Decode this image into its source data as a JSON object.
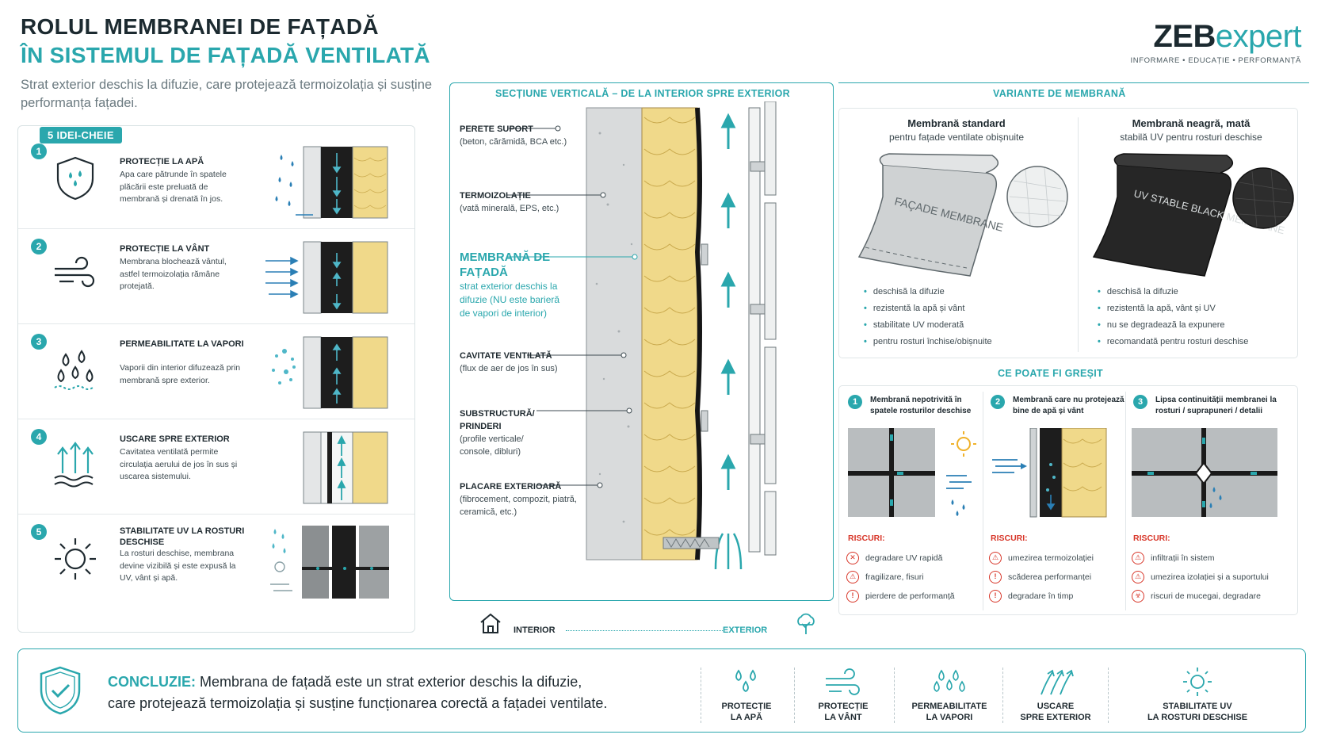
{
  "header": {
    "title_line1": "ROLUL MEMBRANEI DE FAȚADĂ",
    "title_line2": "ÎN SISTEMUL DE FAȚADĂ VENTILATĂ",
    "subtitle": "Strat exterior deschis la difuzie, care protejează termoizolația și susține performanța fațadei."
  },
  "logo": {
    "part1": "ZEB",
    "part2": "expert",
    "tagline": "INFORMARE • EDUCAȚIE • PERFORMANȚĂ"
  },
  "key_ideas": {
    "badge": "5 IDEI-CHEIE",
    "items": [
      {
        "num": "1",
        "title": "PROTECȚIE LA APĂ",
        "desc": "Apa care pătrunde în spatele plăcării este preluată de membrană și drenată în jos.",
        "icon": "shield-drops-icon"
      },
      {
        "num": "2",
        "title": "PROTECȚIE LA VÂNT",
        "desc": "Membrana blochează vântul, astfel termoizolația rămâne protejată.",
        "icon": "wind-icon"
      },
      {
        "num": "3",
        "title": "PERMEABILITATE LA VAPORI",
        "desc": "Vaporii din interior difuzează prin membrană spre exterior.",
        "icon": "vapor-drops-icon"
      },
      {
        "num": "4",
        "title": "USCARE SPRE EXTERIOR",
        "desc": "Cavitatea ventilată permite circulația aerului de jos în sus și uscarea sistemului.",
        "icon": "drying-arrows-icon"
      },
      {
        "num": "5",
        "title": "STABILITATE UV LA ROSTURI DESCHISE",
        "desc": "La rosturi deschise, membrana devine vizibilă și este expusă la UV, vânt și apă.",
        "icon": "sun-icon"
      }
    ]
  },
  "section": {
    "heading": "SECȚIUNE VERTICALĂ – DE LA INTERIOR SPRE EXTERIOR",
    "layers": [
      {
        "name": "PERETE SUPORT",
        "desc": "(beton, cărămidă, BCA etc.)"
      },
      {
        "name": "TERMOIZOLAȚIE",
        "desc": "(vată minerală, EPS, etc.)"
      },
      {
        "name": "MEMBRANĂ DE FAȚADĂ",
        "desc": "strat exterior deschis la difuzie (NU este barieră de vapori de interior)"
      },
      {
        "name": "CAVITATE VENTILATĂ",
        "desc": "(flux de aer de jos în sus)"
      },
      {
        "name": "SUBSTRUCTURĂ/ PRINDERI",
        "desc": "(profile verticale/ console, dibluri)"
      },
      {
        "name": "PLACARE EXTERIOARĂ",
        "desc": "(fibrocement, compozit, piatră, ceramică, etc.)"
      }
    ],
    "interior_label": "INTERIOR",
    "exterior_label": "EXTERIOR"
  },
  "variants": {
    "heading": "VARIANTE DE MEMBRANĂ",
    "items": [
      {
        "title": "Membrană standard",
        "subtitle": "pentru fațade ventilate obișnuite",
        "roll_text": "FAÇADE MEMBRANE",
        "bullets": [
          "deschisă la difuzie",
          "rezistentă la apă și vânt",
          "stabilitate UV moderată",
          "pentru rosturi închise/obișnuite"
        ]
      },
      {
        "title": "Membrană neagră, mată",
        "subtitle": "stabilă UV pentru rosturi deschise",
        "roll_text": "UV STABLE BLACK MEMBRANE",
        "bullets": [
          "deschisă la difuzie",
          "rezistentă la apă, vânt și UV",
          "nu se degradează la expunere",
          "recomandată pentru rosturi deschise"
        ]
      }
    ]
  },
  "errors": {
    "heading": "CE POATE FI GREȘIT",
    "risk_label": "RISCURI:",
    "items": [
      {
        "num": "1",
        "title": "Membrană nepotrivită în spatele rosturilor deschise",
        "risks": [
          "degradare UV rapidă",
          "fragilizare, fisuri",
          "pierdere de performanță"
        ]
      },
      {
        "num": "2",
        "title": "Membrană care nu protejează bine de apă și vânt",
        "risks": [
          "umezirea termoizolației",
          "scăderea performanței",
          "degradare în timp"
        ]
      },
      {
        "num": "3",
        "title": "Lipsa continuității membranei la rosturi / suprapuneri / detalii",
        "risks": [
          "infiltrații în sistem",
          "umezirea izolației și a suportului",
          "riscuri de mucegai, degradare"
        ]
      }
    ]
  },
  "conclusion": {
    "label": "CONCLUZIE:",
    "line1": "Membrana de fațadă este un strat exterior deschis la difuzie,",
    "line2": "care protejează termoizolația și susține funcționarea corectă a fațadei ventilate.",
    "icons": [
      {
        "line1": "PROTECȚIE",
        "line2": "LA APĂ",
        "icon": "drops-icon"
      },
      {
        "line1": "PROTECȚIE",
        "line2": "LA VÂNT",
        "icon": "wind-icon"
      },
      {
        "line1": "PERMEABILITATE",
        "line2": "LA VAPORI",
        "icon": "vapor-icon"
      },
      {
        "line1": "USCARE",
        "line2": "SPRE EXTERIOR",
        "icon": "drying-icon"
      },
      {
        "line1": "STABILITATE UV",
        "line2": "LA ROSTURI DESCHISE",
        "icon": "sun-icon"
      }
    ]
  },
  "colors": {
    "accent": "#2aa7ad",
    "dark": "#1f2a30",
    "risk": "#d8372a",
    "insulation": "#f0d98a",
    "membrane": "#1a1a1a"
  }
}
